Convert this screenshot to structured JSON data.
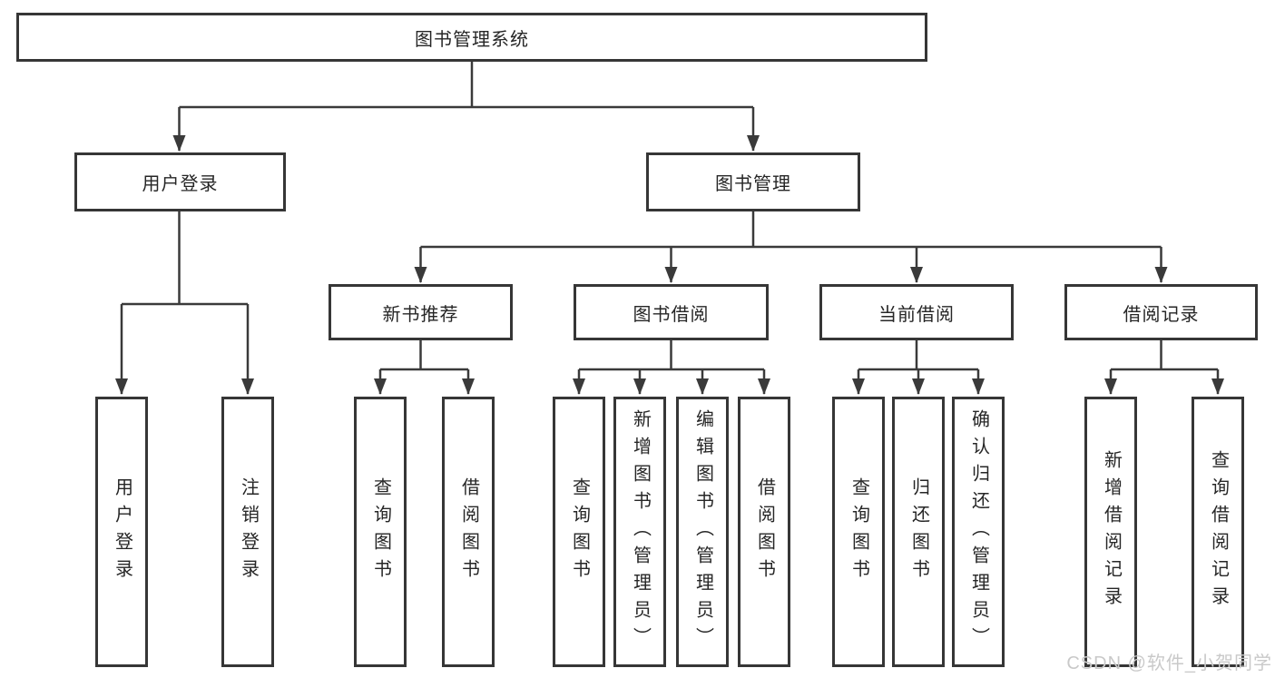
{
  "diagram": {
    "root": {
      "label": "图书管理系统"
    },
    "level2": [
      {
        "label": "用户登录"
      },
      {
        "label": "图书管理"
      }
    ],
    "level3": [
      {
        "label": "新书推荐"
      },
      {
        "label": "图书借阅"
      },
      {
        "label": "当前借阅"
      },
      {
        "label": "借阅记录"
      }
    ],
    "leaves": {
      "login": [
        "用户登录",
        "注销登录"
      ],
      "recommend": [
        "查询图书",
        "借阅图书"
      ],
      "borrow": [
        "查询图书",
        "新增图书（管理员）",
        "编辑图书（管理员）",
        "借阅图书"
      ],
      "current": [
        "查询图书",
        "归还图书",
        "确认归还（管理员）"
      ],
      "records": [
        "新增借阅记录",
        "查询借阅记录"
      ]
    },
    "watermark": "CSDN @软件_小贺同学",
    "colors": {
      "line": "#3a3a3a",
      "box_border": "#363636",
      "box_fill": "#ffffff",
      "text": "#262626",
      "watermark": "#c9c9c9"
    }
  }
}
